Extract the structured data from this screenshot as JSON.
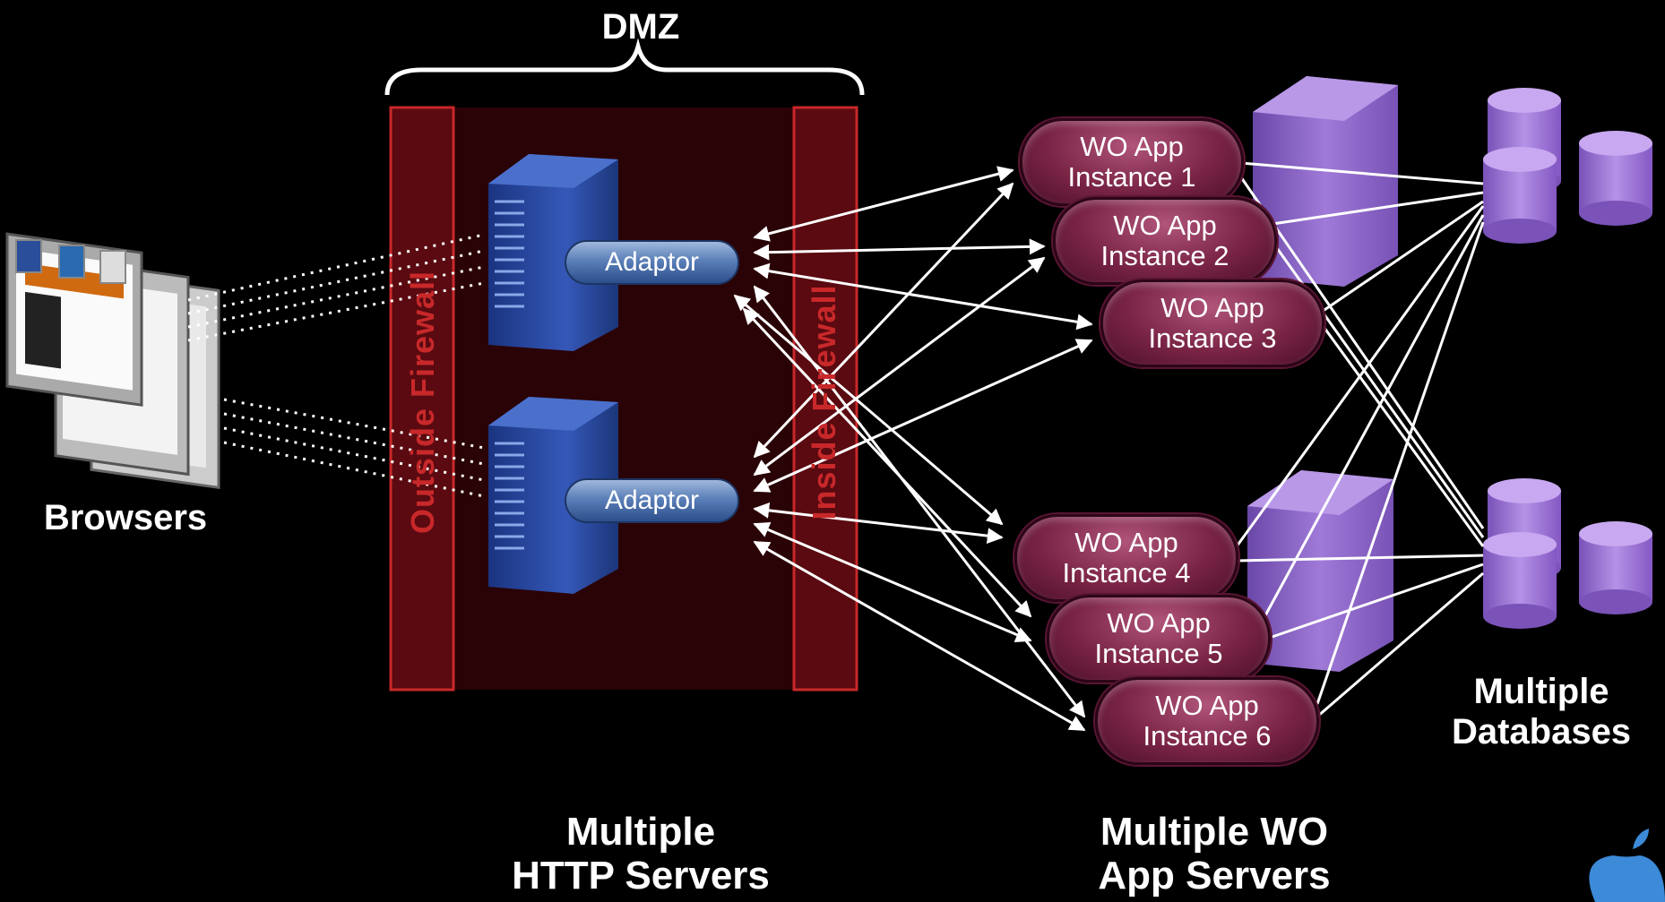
{
  "labels": {
    "dmz": "DMZ",
    "browsers": "Browsers",
    "outside_firewall": "Outside Firewall",
    "inside_firewall": "Inside Firewall",
    "http_servers_line1": "Multiple",
    "http_servers_line2": "HTTP Servers",
    "app_servers_line1": "Multiple WO",
    "app_servers_line2": "App Servers",
    "databases_line1": "Multiple",
    "databases_line2": "Databases"
  },
  "adaptors": [
    {
      "label": "Adaptor"
    },
    {
      "label": "Adaptor"
    }
  ],
  "instances": [
    {
      "line1": "WO App",
      "line2": "Instance 1"
    },
    {
      "line1": "WO App",
      "line2": "Instance 2"
    },
    {
      "line1": "WO App",
      "line2": "Instance 3"
    },
    {
      "line1": "WO App",
      "line2": "Instance 4"
    },
    {
      "line1": "WO App",
      "line2": "Instance 5"
    },
    {
      "line1": "WO App",
      "line2": "Instance 6"
    }
  ],
  "colors": {
    "background": "#000000",
    "firewall": "#c8282a",
    "dmz_fill": "#2a0306",
    "instance": "#7a2446",
    "server_purple": "#8b5fc0",
    "http_server_blue": "#2c4fa0",
    "connector": "#ffffff"
  },
  "icons": [
    "browser-window-icon",
    "http-server-icon",
    "app-server-icon",
    "database-icon",
    "apple-logo-icon"
  ]
}
